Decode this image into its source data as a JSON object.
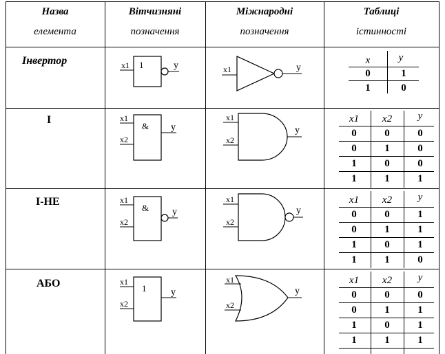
{
  "headers": {
    "col1": [
      "Назва",
      "елемента"
    ],
    "col2": [
      "Вітчизняні",
      "позначення"
    ],
    "col3": [
      "Міжнародні",
      "позначення"
    ],
    "col4": [
      "Таблиці",
      "істинності"
    ]
  },
  "rows": [
    {
      "name": "Інвертор",
      "domestic_symbol": "1",
      "inputs": [
        "x1"
      ],
      "output": "y",
      "truth_headers": [
        "x",
        "y"
      ],
      "truth": [
        [
          "0",
          "1"
        ],
        [
          "1",
          "0"
        ]
      ]
    },
    {
      "name": "І",
      "domestic_symbol": "&",
      "inputs": [
        "x1",
        "x2"
      ],
      "output": "y",
      "truth_headers": [
        "x1",
        "x2",
        "y"
      ],
      "truth": [
        [
          "0",
          "0",
          "0"
        ],
        [
          "0",
          "1",
          "0"
        ],
        [
          "1",
          "0",
          "0"
        ],
        [
          "1",
          "1",
          "1"
        ]
      ]
    },
    {
      "name": "І-НЕ",
      "domestic_symbol": "&",
      "inputs": [
        "x1",
        "x2"
      ],
      "output": "y",
      "truth_headers": [
        "x1",
        "x2",
        "y"
      ],
      "truth": [
        [
          "0",
          "0",
          "1"
        ],
        [
          "0",
          "1",
          "1"
        ],
        [
          "1",
          "0",
          "1"
        ],
        [
          "1",
          "1",
          "0"
        ]
      ]
    },
    {
      "name": "АБО",
      "domestic_symbol": "1",
      "inputs": [
        "x1",
        "x2"
      ],
      "output": "y",
      "truth_headers": [
        "x1",
        "x2",
        "y"
      ],
      "truth": [
        [
          "0",
          "0",
          "0"
        ],
        [
          "0",
          "1",
          "1"
        ],
        [
          "1",
          "0",
          "1"
        ],
        [
          "1",
          "1",
          "1"
        ]
      ]
    }
  ]
}
